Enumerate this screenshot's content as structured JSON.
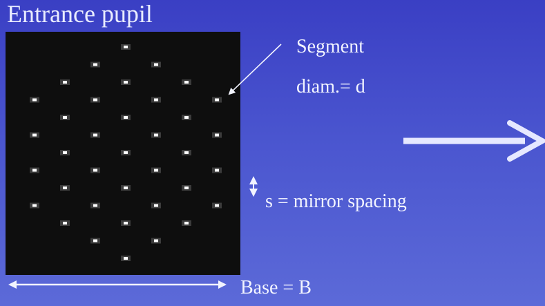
{
  "title": "Entrance pupil",
  "labels": {
    "segment_line1": "Segment",
    "segment_line2": "diam.= d",
    "spacing": "s = mirror spacing",
    "base": "Base = B"
  },
  "colors": {
    "background_top": "#3a3fc4",
    "background_bottom": "#5c6ad8",
    "text": "#f2f4ff",
    "pupil_background": "#0e0e0e",
    "arrow": "#e6e8ff"
  },
  "icons": {
    "segment_pointer": "diagonal-arrow-icon",
    "spacing_indicator": "up-down-arrow-icon",
    "base_indicator": "left-right-arrow-icon",
    "flow_arrow": "right-arrow-icon"
  },
  "pupil": {
    "mirror_count": 37,
    "rows": [
      {
        "cols": [
          0
        ]
      },
      {
        "cols": [
          -1,
          1
        ]
      },
      {
        "cols": [
          -2,
          0,
          2
        ]
      },
      {
        "cols": [
          -3,
          -1,
          1,
          3
        ]
      },
      {
        "cols": [
          -2,
          0,
          2
        ]
      },
      {
        "cols": [
          -3,
          -1,
          1,
          3
        ]
      },
      {
        "cols": [
          -2,
          0,
          2
        ]
      },
      {
        "cols": [
          -3,
          -1,
          1,
          3
        ]
      },
      {
        "cols": [
          -2,
          0,
          2
        ]
      },
      {
        "cols": [
          -3,
          -1,
          1,
          3
        ]
      },
      {
        "cols": [
          -2,
          0,
          2
        ]
      },
      {
        "cols": [
          -1,
          1
        ]
      },
      {
        "cols": [
          0
        ]
      }
    ]
  }
}
